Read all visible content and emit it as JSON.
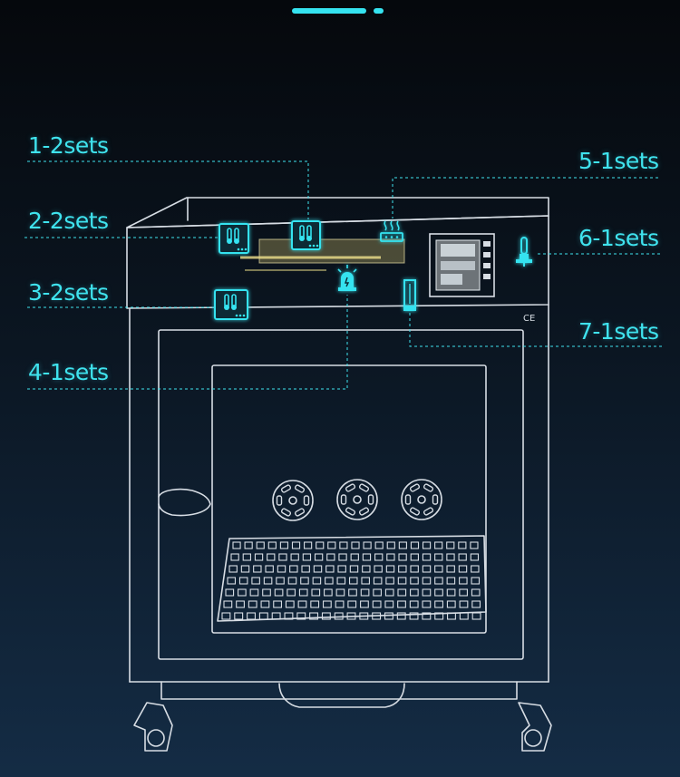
{
  "labels": {
    "l1": "1-2sets",
    "l2": "2-2sets",
    "l3": "3-2sets",
    "l4": "4-1sets",
    "l5": "5-1sets",
    "l6": "6-1sets",
    "l7": "7-1sets"
  },
  "colors": {
    "accent": "#35e3f0",
    "sketch": "#d7dde4"
  },
  "icons": {
    "c1": "thermometer-sensor-icon",
    "c2": "thermometer-sensor-icon",
    "c3": "thermometer-sensor-icon",
    "c4": "alarm-light-icon",
    "c5": "heater-icon",
    "c6": "fuse-icon",
    "c7": "filter-icon"
  },
  "device": {
    "panel_mark": "CE"
  }
}
